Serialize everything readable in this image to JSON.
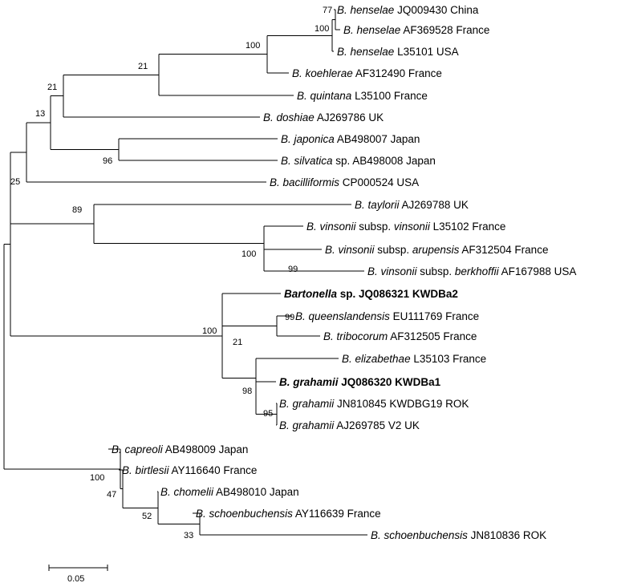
{
  "taxa": [
    {
      "id": "henselae_cn",
      "parts": [
        {
          "t": "B. ",
          "i": true
        },
        {
          "t": "henselae",
          "i": true
        },
        {
          "t": " JQ009430 China"
        }
      ]
    },
    {
      "id": "henselae_fr",
      "parts": [
        {
          "t": "B. ",
          "i": true
        },
        {
          "t": "henselae",
          "i": true
        },
        {
          "t": " AF369528 France"
        }
      ]
    },
    {
      "id": "henselae_us",
      "parts": [
        {
          "t": "B. ",
          "i": true
        },
        {
          "t": "henselae",
          "i": true
        },
        {
          "t": " L35101 USA"
        }
      ]
    },
    {
      "id": "koehlerae",
      "parts": [
        {
          "t": "B. ",
          "i": true
        },
        {
          "t": "koehlerae",
          "i": true
        },
        {
          "t": " AF312490 France"
        }
      ]
    },
    {
      "id": "quintana",
      "parts": [
        {
          "t": "B. ",
          "i": true
        },
        {
          "t": "quintana",
          "i": true
        },
        {
          "t": " L35100 France"
        }
      ]
    },
    {
      "id": "doshiae",
      "parts": [
        {
          "t": "B. ",
          "i": true
        },
        {
          "t": "doshiae",
          "i": true
        },
        {
          "t": " AJ269786 UK"
        }
      ]
    },
    {
      "id": "japonica",
      "parts": [
        {
          "t": "B. ",
          "i": true
        },
        {
          "t": "japonica",
          "i": true
        },
        {
          "t": " AB498007 Japan"
        }
      ]
    },
    {
      "id": "silvatica",
      "parts": [
        {
          "t": "B. ",
          "i": true
        },
        {
          "t": "silvatica",
          "i": true
        },
        {
          "t": " sp. AB498008 Japan"
        }
      ]
    },
    {
      "id": "bacilliformis",
      "parts": [
        {
          "t": "B. ",
          "i": true
        },
        {
          "t": "bacilliformis",
          "i": true
        },
        {
          "t": " CP000524 USA"
        }
      ]
    },
    {
      "id": "taylorii",
      "parts": [
        {
          "t": "B. ",
          "i": true
        },
        {
          "t": "taylorii",
          "i": true
        },
        {
          "t": " AJ269788 UK"
        }
      ]
    },
    {
      "id": "vinsonii",
      "parts": [
        {
          "t": "B. ",
          "i": true
        },
        {
          "t": "vinsonii",
          "i": true
        },
        {
          "t": " subsp. "
        },
        {
          "t": "vinsonii",
          "i": true
        },
        {
          "t": " L35102 France"
        }
      ]
    },
    {
      "id": "arupensis",
      "parts": [
        {
          "t": "B. ",
          "i": true
        },
        {
          "t": "vinsonii",
          "i": true
        },
        {
          "t": " subsp. "
        },
        {
          "t": "arupensis",
          "i": true
        },
        {
          "t": " AF312504 France"
        }
      ]
    },
    {
      "id": "berkhoffii",
      "parts": [
        {
          "t": "B. ",
          "i": true
        },
        {
          "t": "vinsonii",
          "i": true
        },
        {
          "t": " subsp. "
        },
        {
          "t": "berkhoffii",
          "i": true
        },
        {
          "t": " AF167988 USA"
        }
      ]
    },
    {
      "id": "kwdba2",
      "bold": true,
      "parts": [
        {
          "t": "Bartonella",
          "i": true
        },
        {
          "t": " sp. JQ086321 KWDBa2"
        }
      ]
    },
    {
      "id": "queenslandensis",
      "parts": [
        {
          "t": "B. ",
          "i": true
        },
        {
          "t": "queenslandensis",
          "i": true
        },
        {
          "t": " EU111769 France"
        }
      ]
    },
    {
      "id": "tribocorum",
      "parts": [
        {
          "t": "B. ",
          "i": true
        },
        {
          "t": "tribocorum",
          "i": true
        },
        {
          "t": " AF312505 France"
        }
      ]
    },
    {
      "id": "elizabethae",
      "parts": [
        {
          "t": "B. ",
          "i": true
        },
        {
          "t": "elizabethae",
          "i": true
        },
        {
          "t": " L35103 France"
        }
      ]
    },
    {
      "id": "kwdba1",
      "bold": true,
      "parts": [
        {
          "t": "B. grahamii",
          "i": true
        },
        {
          "t": " JQ086320 KWDBa1"
        }
      ]
    },
    {
      "id": "kwdbg19",
      "parts": [
        {
          "t": "B. ",
          "i": true
        },
        {
          "t": "grahamii",
          "i": true
        },
        {
          "t": " JN810845 KWDBG19 ROK"
        }
      ]
    },
    {
      "id": "v2",
      "parts": [
        {
          "t": "B. ",
          "i": true
        },
        {
          "t": "grahamii",
          "i": true
        },
        {
          "t": " AJ269785 V2 UK"
        }
      ]
    },
    {
      "id": "capreoli",
      "parts": [
        {
          "t": "B. ",
          "i": true
        },
        {
          "t": "capreoli",
          "i": true
        },
        {
          "t": " AB498009 Japan"
        }
      ]
    },
    {
      "id": "birtlesii",
      "parts": [
        {
          "t": "B. ",
          "i": true
        },
        {
          "t": "birtlesii",
          "i": true
        },
        {
          "t": " AY116640 France"
        }
      ]
    },
    {
      "id": "chomelii",
      "parts": [
        {
          "t": "B. ",
          "i": true
        },
        {
          "t": "chomelii",
          "i": true
        },
        {
          "t": " AB498010 Japan"
        }
      ]
    },
    {
      "id": "schoen_fr",
      "parts": [
        {
          "t": "B. ",
          "i": true
        },
        {
          "t": "schoenbuchensis",
          "i": true
        },
        {
          "t": " AY116639 France"
        }
      ]
    },
    {
      "id": "schoen_rok",
      "parts": [
        {
          "t": "B. ",
          "i": true
        },
        {
          "t": "schoenbuchensis",
          "i": true
        },
        {
          "t": " JN810836 ROK"
        }
      ]
    }
  ],
  "bootstrap": [
    {
      "node": "henselae_cn_fr",
      "value": "77"
    },
    {
      "node": "henselae_all",
      "value": "100"
    },
    {
      "node": "henselae_koehlerae_quintana",
      "value": "100"
    },
    {
      "node": "plus_doshiae",
      "value": "21"
    },
    {
      "node": "plus_japonica_group",
      "value": "21"
    },
    {
      "node": "japonica_silvatica",
      "value": "96"
    },
    {
      "node": "plus_bacilliformis",
      "value": "13"
    },
    {
      "node": "upper_clade",
      "value": "25"
    },
    {
      "node": "taylorii_vinsonii",
      "value": "89"
    },
    {
      "node": "vinsonii_group",
      "value": "100"
    },
    {
      "node": "arupensis_berkhoffii",
      "value": "99"
    },
    {
      "node": "queens_tribo",
      "value": "99"
    },
    {
      "node": "kwdba2_group",
      "value": "100"
    },
    {
      "node": "elizabethae_group",
      "value": "21"
    },
    {
      "node": "grahamii_group",
      "value": "98"
    },
    {
      "node": "kwdbg19_v2",
      "value": "95"
    },
    {
      "node": "capreoli_group",
      "value": "100"
    },
    {
      "node": "birtlesii_group",
      "value": "47"
    },
    {
      "node": "chomelii_group",
      "value": "52"
    },
    {
      "node": "schoen_pair",
      "value": "33"
    }
  ],
  "scale_bar": {
    "label": "0.05",
    "value": 0.05
  }
}
